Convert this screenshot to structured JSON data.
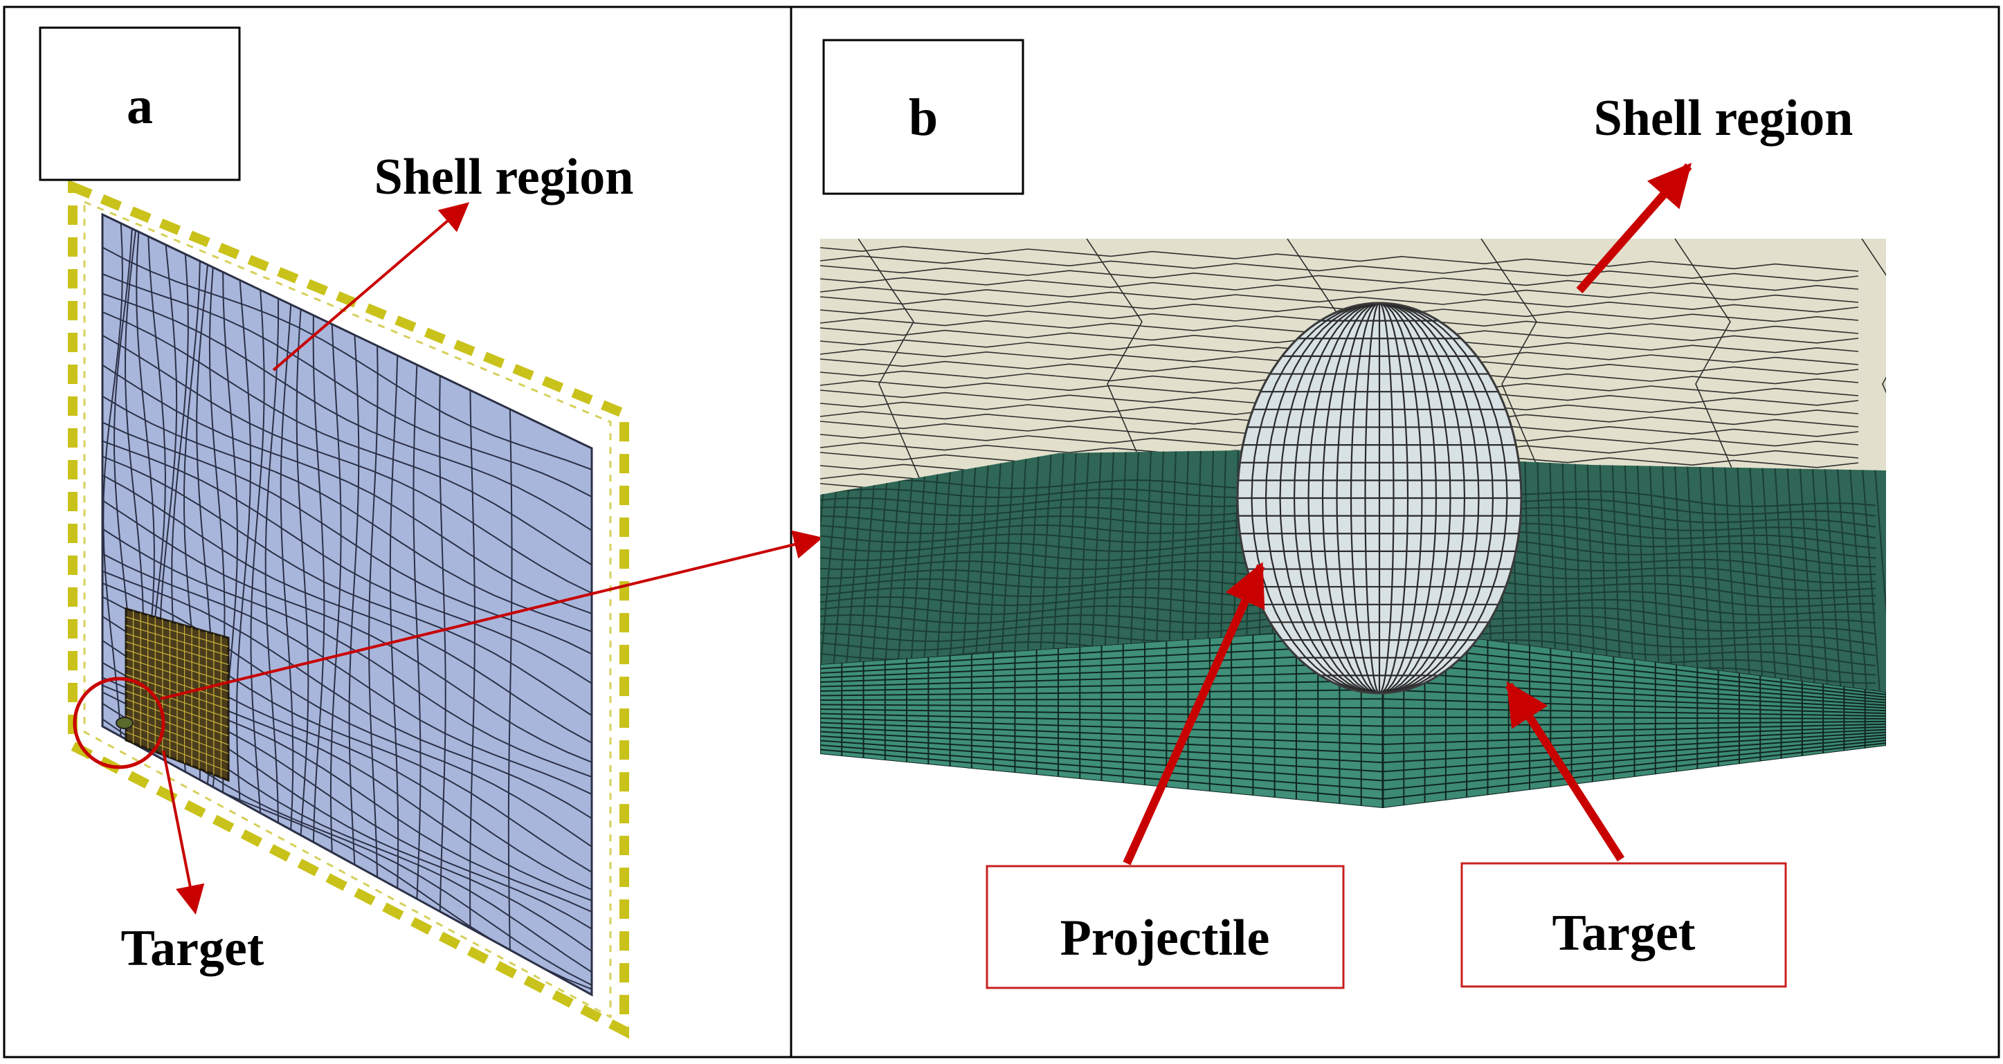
{
  "panel_a": {
    "letter": "a",
    "shell_label": "Shell region",
    "target_label": "Target"
  },
  "panel_b": {
    "letter": "b",
    "shell_label": "Shell region",
    "projectile_label": "Projectile",
    "target_label": "Target"
  },
  "colors": {
    "shell_plate_a": "#a8b6dc",
    "mesh_line": "#2b3046",
    "boundary_dash": "#c9c21a",
    "arrow_red": "#c80000",
    "shell_b": "#e2e0cc",
    "target_b_top": "#2f6656",
    "target_b_side": "#3f8f79",
    "projectile": "#d8e1e4",
    "label_box_border_b": "#c82020"
  }
}
